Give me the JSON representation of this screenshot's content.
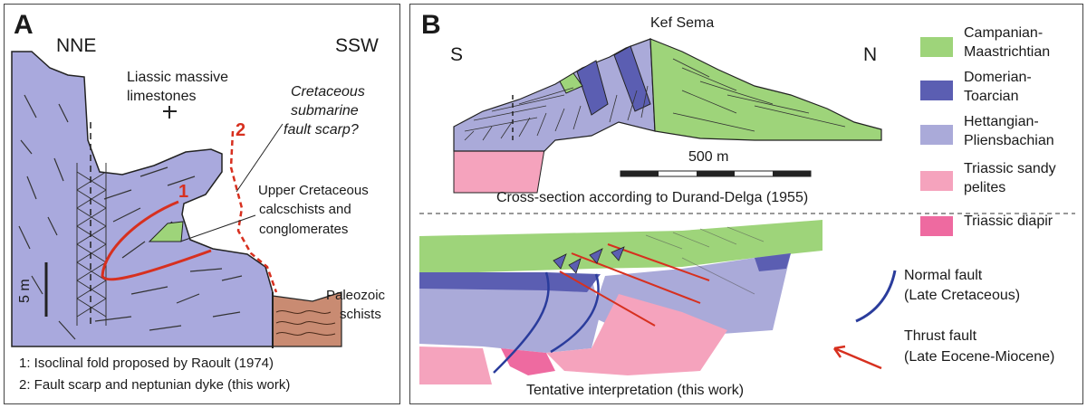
{
  "panelA": {
    "letter": "A",
    "dir_left": "NNE",
    "dir_right": "SSW",
    "liassic": [
      "Liassic massive",
      "limestones"
    ],
    "scarp_label": [
      "Cretaceous",
      "submarine",
      "fault scarp?"
    ],
    "marker_1": "1",
    "marker_2": "2",
    "upper_cret": [
      "Upper Cretaceous",
      "calcschists and",
      "conglomerates"
    ],
    "paleozoic": [
      "Paleozoic",
      "schists"
    ],
    "scale": "5 m",
    "notes": [
      "1: Isoclinal fold proposed by Raoult (1974)",
      "2: Fault scarp and neptunian dyke (this work)"
    ]
  },
  "panelB": {
    "letter": "B",
    "dir_left": "S",
    "dir_right": "N",
    "peak": "Kef Sema",
    "scale": "500 m",
    "caption_top": "Cross-section according to Durand-Delga (1955)",
    "caption_bottom": "Tentative interpretation (this work)",
    "legend": [
      {
        "lines": [
          "Campanian-",
          "Maastrichtian"
        ],
        "color": "#9ed47a"
      },
      {
        "lines": [
          "Domerian-",
          "Toarcian"
        ],
        "color": "#5b5eb2"
      },
      {
        "lines": [
          "Hettangian-",
          "Pliensbachian"
        ],
        "color": "#aaaad9"
      },
      {
        "lines": [
          "Triassic sandy",
          "pelites"
        ],
        "color": "#f5a3bd"
      },
      {
        "lines": [
          "Triassic diapir"
        ],
        "color": "#ee6aa0"
      }
    ],
    "normal_fault": [
      "Normal fault",
      "(Late Cretaceous)"
    ],
    "thrust_fault": [
      "Thrust fault",
      "(Late Eocene-Miocene)"
    ]
  },
  "colors": {
    "limestone": "#a9a9dd",
    "cretaceous": "#9ed47a",
    "domerian": "#5b5eb2",
    "triassic": "#f5a3bd",
    "diapir": "#ee6aa0",
    "paleozoic": "#c98b72",
    "fault_red": "#d7301f",
    "fault_blue": "#2a3c9c"
  }
}
